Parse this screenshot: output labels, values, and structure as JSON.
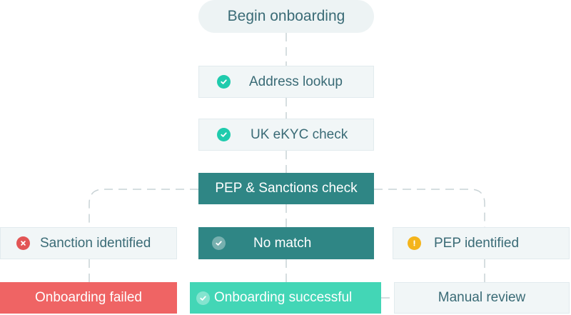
{
  "flow": {
    "start": "Begin onboarding",
    "address_lookup": "Address lookup",
    "ekyc_check": "UK eKYC check",
    "pep_sanctions": "PEP & Sanctions check",
    "sanction_identified": "Sanction identified",
    "no_match": "No match",
    "pep_identified": "PEP identified",
    "onboarding_failed": "Onboarding failed",
    "onboarding_successful": "Onboarding successful",
    "manual_review": "Manual review"
  },
  "colors": {
    "text": "#3a6b76",
    "node_light": "#f1f6f7",
    "node_dark": "#2f8685",
    "check": "#1fcbad",
    "error": "#e25555",
    "warning": "#f4b41b",
    "failed": "#ef6464",
    "success": "#43d6b6",
    "connector": "#c9d3d6"
  },
  "icons": {
    "check": "check-circle-icon",
    "error": "x-circle-icon",
    "warning": "exclamation-circle-icon"
  }
}
